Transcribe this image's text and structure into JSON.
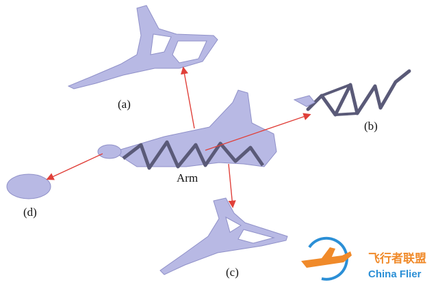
{
  "labels": {
    "a": "(a)",
    "b": "(b)",
    "c": "(c)",
    "d": "(d)",
    "arm": "Arm"
  },
  "watermark": {
    "name_cn": "飞行者联盟",
    "name_en": "China Flier"
  },
  "colors": {
    "part_fill": "#b8b9e4",
    "part_edge": "#8f90c8",
    "truss_dark": "#5a5a78",
    "arrow": "#e0403a",
    "watermark_orange": "#f08a2a",
    "watermark_blue": "#2b8fd6"
  }
}
